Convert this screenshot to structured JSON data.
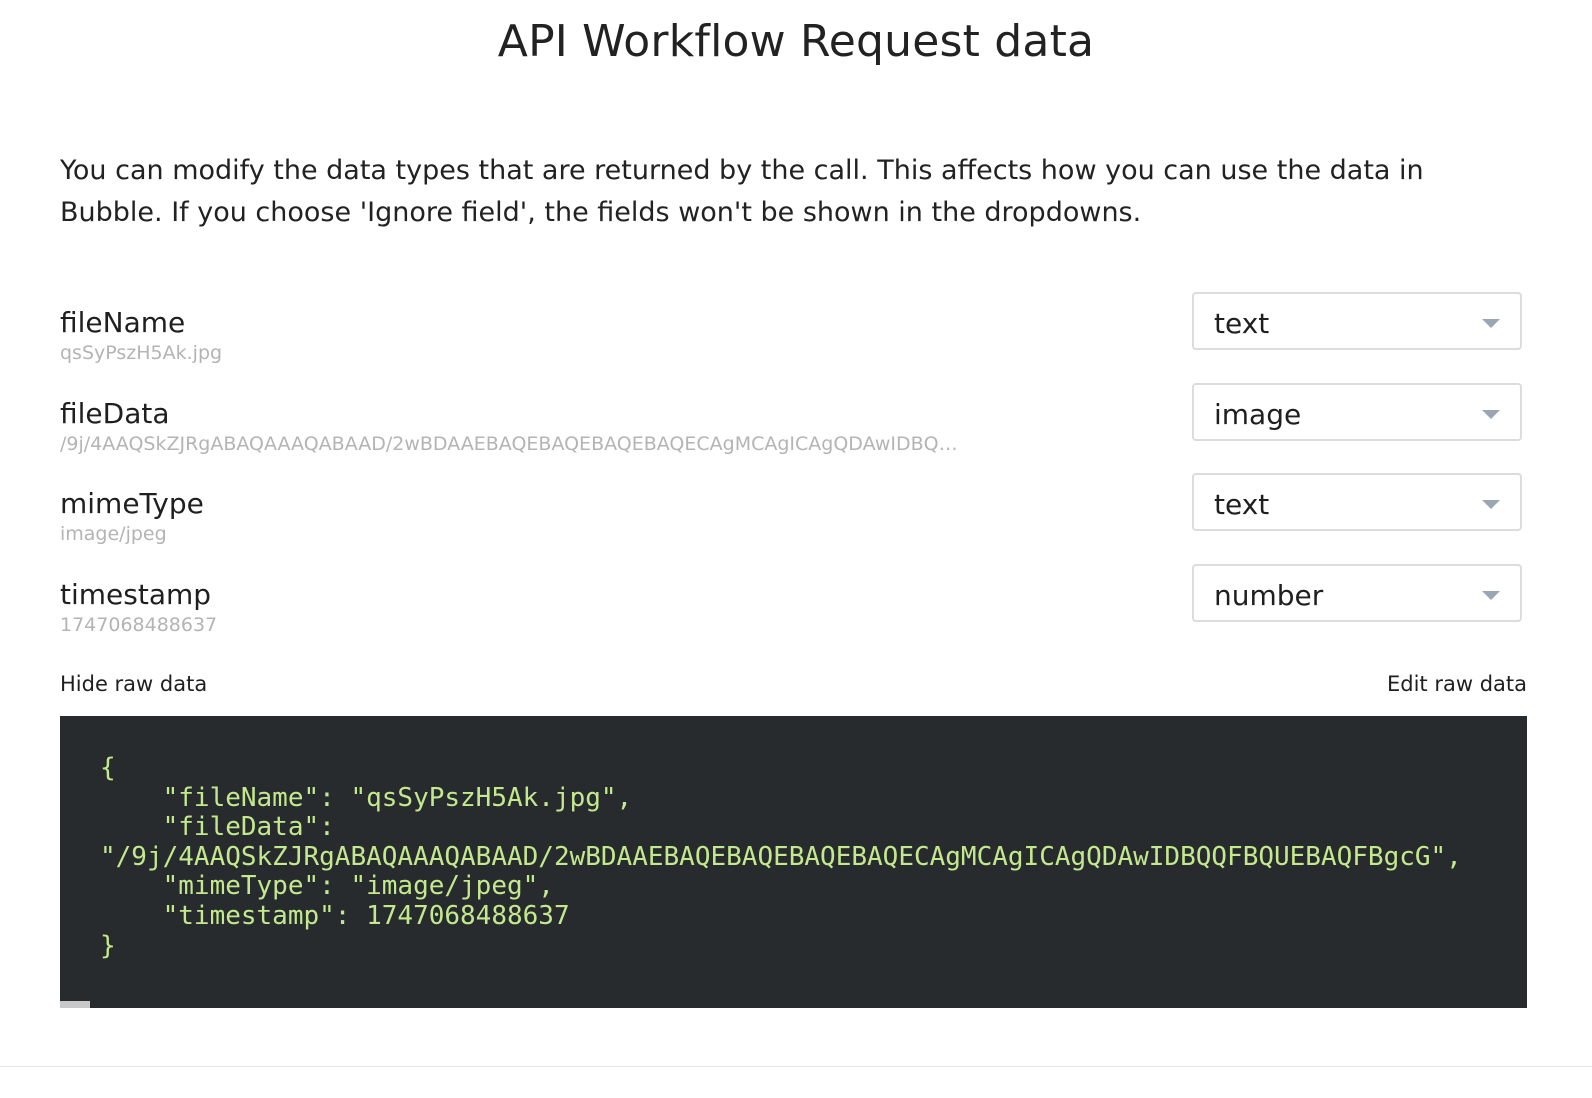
{
  "header": {
    "title": "API Workflow Request data"
  },
  "intro": {
    "text": "You can modify the data types that are returned by the call. This affects how you can use the data in Bubble. If you choose 'Ignore field', the fields won't be shown in the dropdowns."
  },
  "fields": [
    {
      "name": "fileName",
      "sample": "qsSyPszH5Ak.jpg",
      "type": "text"
    },
    {
      "name": "fileData",
      "sample": "/9j/4AAQSkZJRgABAQAAAQABAAD/2wBDAAEBAQEBAQEBAQEBAQECAgMCAgICAgQDAwIDBQQ...",
      "type": "image"
    },
    {
      "name": "mimeType",
      "sample": "image/jpeg",
      "type": "text"
    },
    {
      "name": "timestamp",
      "sample": "1747068488637",
      "type": "number"
    }
  ],
  "raw": {
    "hide_label": "Hide raw data",
    "edit_label": "Edit raw data",
    "code": "{\n    \"fileName\": \"qsSyPszH5Ak.jpg\",\n    \"fileData\":\n\"/9j/4AAQSkZJRgABAQAAAQABAAD/2wBDAAEBAQEBAQEBAQEBAQECAgMCAgICAgQDAwIDBQQFBQUEBAQFBgcG\",\n    \"mimeType\": \"image/jpeg\",\n    \"timestamp\": 1747068488637\n}"
  },
  "colors": {
    "code_background": "#272b2e",
    "code_text": "#c3e88d"
  }
}
